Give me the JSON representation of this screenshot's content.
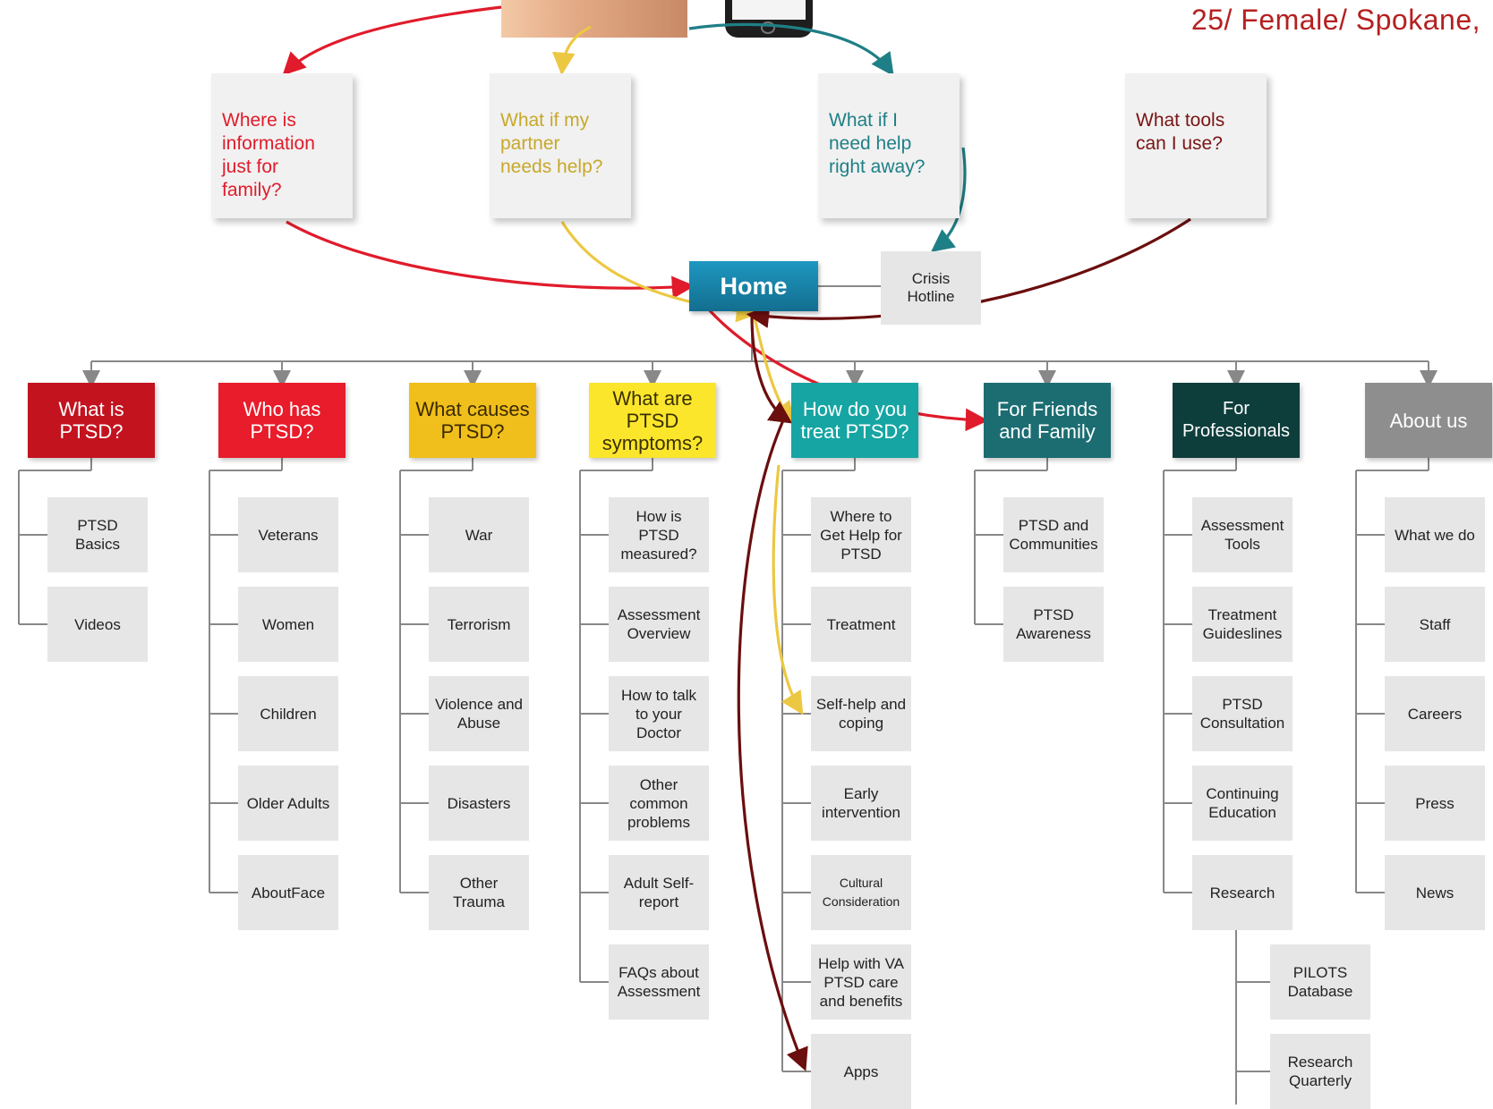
{
  "persona": "25/ Female/ Spokane,",
  "questions": [
    {
      "text": "Where is\ninformation\njust  for\nfamily?",
      "color": "#e01b2b"
    },
    {
      "text": "What if my\npartner\nneeds help?",
      "color": "#c7a82a"
    },
    {
      "text": "What if I\nneed help\nright away?",
      "color": "#1f7f86"
    },
    {
      "text": "What tools\ncan I use?",
      "color": "#7a1414"
    }
  ],
  "home": "Home",
  "crisis": "Crisis\nHotline",
  "categories": [
    {
      "label": "What is\nPTSD?",
      "color": "#c3131f",
      "text_color": "#ffffff",
      "items": [
        "PTSD\nBasics",
        "Videos"
      ]
    },
    {
      "label": "Who has\nPTSD?",
      "color": "#e81c2a",
      "text_color": "#ffffff",
      "items": [
        "Veterans",
        "Women",
        "Children",
        "Older Adults",
        "AboutFace"
      ]
    },
    {
      "label": "What causes\nPTSD?",
      "color": "#f0bf1b",
      "text_color": "#3a2a00",
      "items": [
        "War",
        "Terrorism",
        "Violence and\nAbuse",
        "Disasters",
        "Other\nTrauma"
      ]
    },
    {
      "label": "What are\nPTSD\nsymptoms?",
      "color": "#fbe62c",
      "text_color": "#3a3000",
      "items": [
        "How is\nPTSD\nmeasured?",
        "Assessment\nOverview",
        "How to talk\nto your\nDoctor",
        "Other\ncommon\nproblems",
        "Adult Self-\nreport",
        "FAQs about\nAssessment"
      ]
    },
    {
      "label": "How do you\ntreat PTSD?",
      "color": "#16a5a3",
      "text_color": "#ffffff",
      "items": [
        "Where to\nGet Help for\nPTSD",
        "Treatment",
        "Self-help and\ncoping",
        "Early\nintervention",
        "Cultural\nConsideration",
        "Help with VA\nPTSD care\nand benefits",
        "Apps"
      ]
    },
    {
      "label": "For Friends\nand Family",
      "color": "#1b6d72",
      "text_color": "#ffffff",
      "items": [
        "PTSD and\nCommunities",
        "PTSD\nAwareness"
      ]
    },
    {
      "label": "For\nProfessionals",
      "color": "#0e3e3c",
      "text_color": "#ffffff",
      "items": [
        "Assessment\nTools",
        "Treatment\nGuideslines",
        "PTSD\nConsultation",
        "Continuing\nEducation",
        "Research"
      ],
      "subitems": [
        "PILOTS\nDatabase",
        "Research\nQuarterly"
      ]
    },
    {
      "label": "About us",
      "color": "#8e8e8e",
      "text_color": "#ffffff",
      "items": [
        "What we do",
        "Staff",
        "Careers",
        "Press",
        "News"
      ]
    }
  ]
}
